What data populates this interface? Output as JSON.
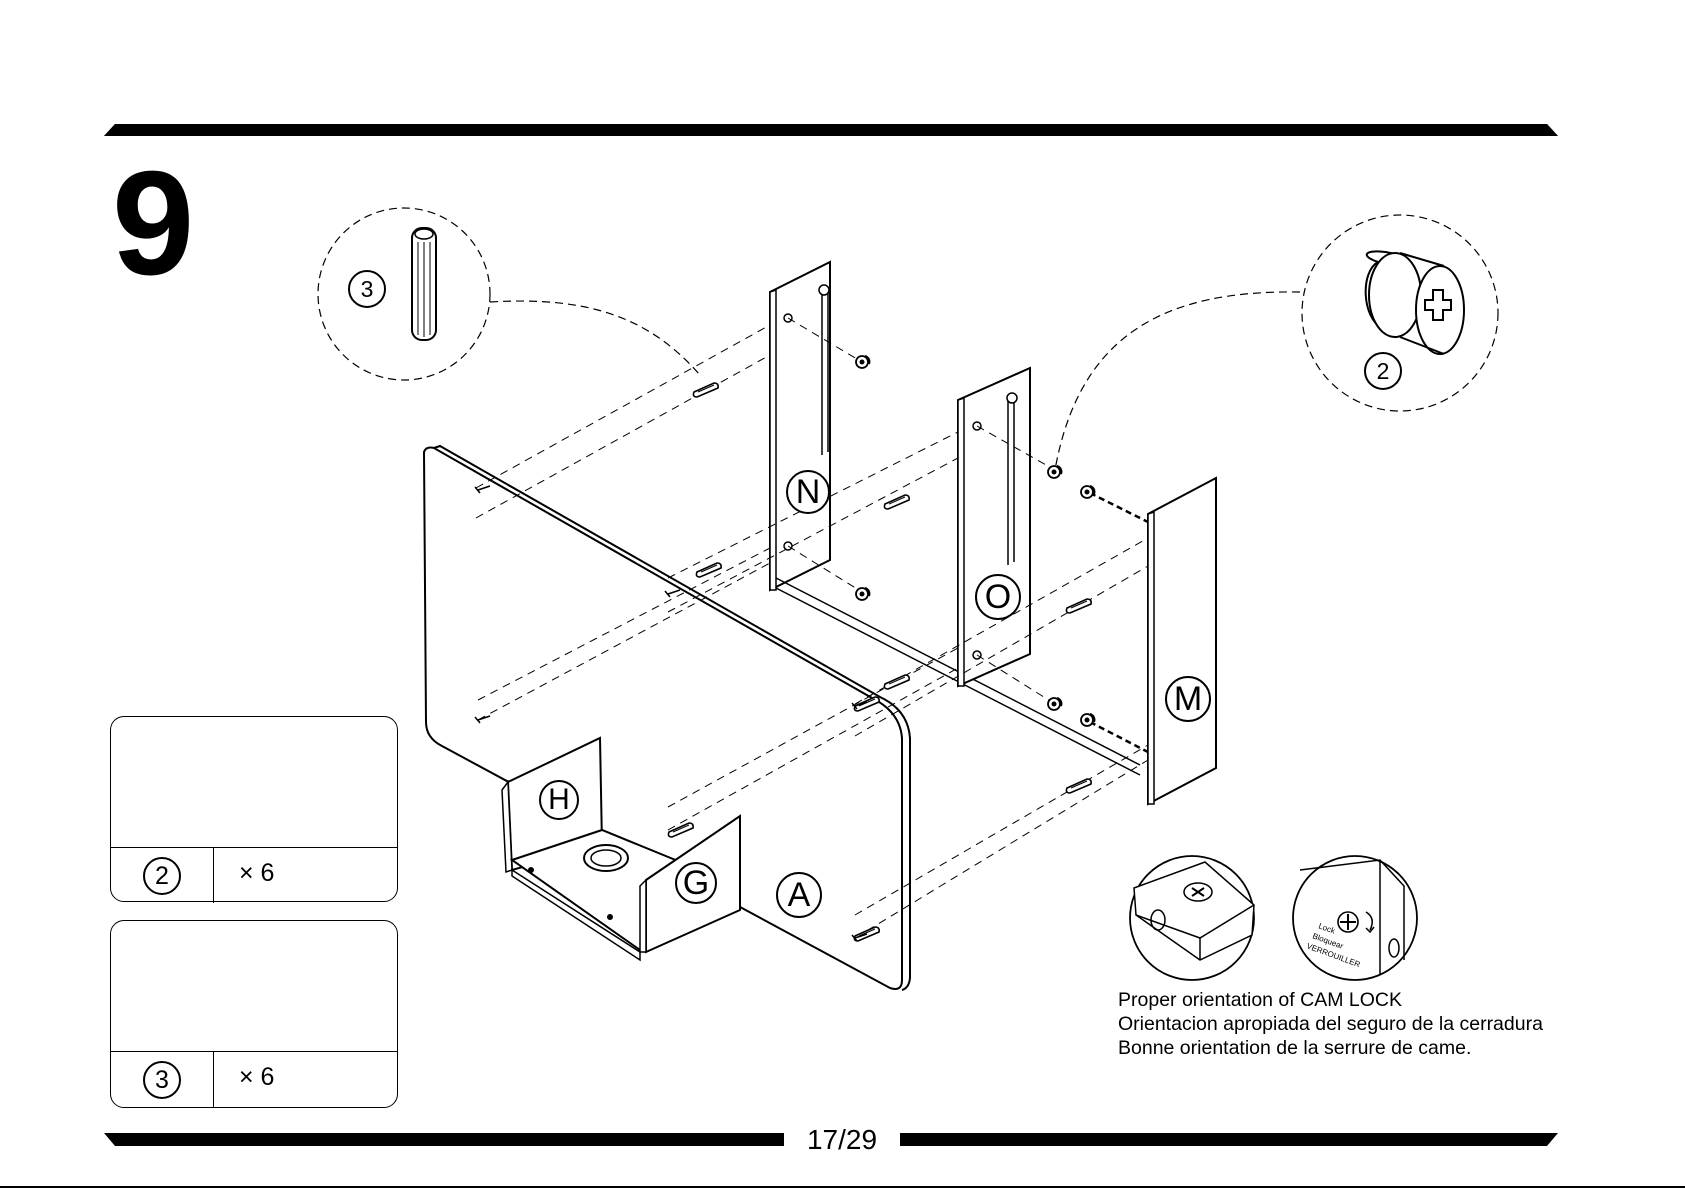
{
  "step": {
    "number": "9"
  },
  "panels": {
    "n": "N",
    "o": "O",
    "m": "M",
    "a": "A",
    "g": "G",
    "h": "H"
  },
  "callouts": {
    "dowel_id": "3",
    "cam_lock_id": "2"
  },
  "parts": [
    {
      "id": "2",
      "quantity": "× 6",
      "icon": "cam-lock-icon"
    },
    {
      "id": "3",
      "quantity": "× 6",
      "icon": "wooden-dowel-icon"
    }
  ],
  "cam_lock_detail": {
    "labels": {
      "lock": "Lock",
      "bloquear": "Bloquear",
      "verrouiller": "VERROUILLER"
    },
    "caption": [
      "Proper orientation of CAM LOCK",
      "Orientacion apropiada del seguro de la cerradura",
      "Bonne orientation de la serrure de came."
    ]
  },
  "footer": {
    "page": "17/29"
  }
}
